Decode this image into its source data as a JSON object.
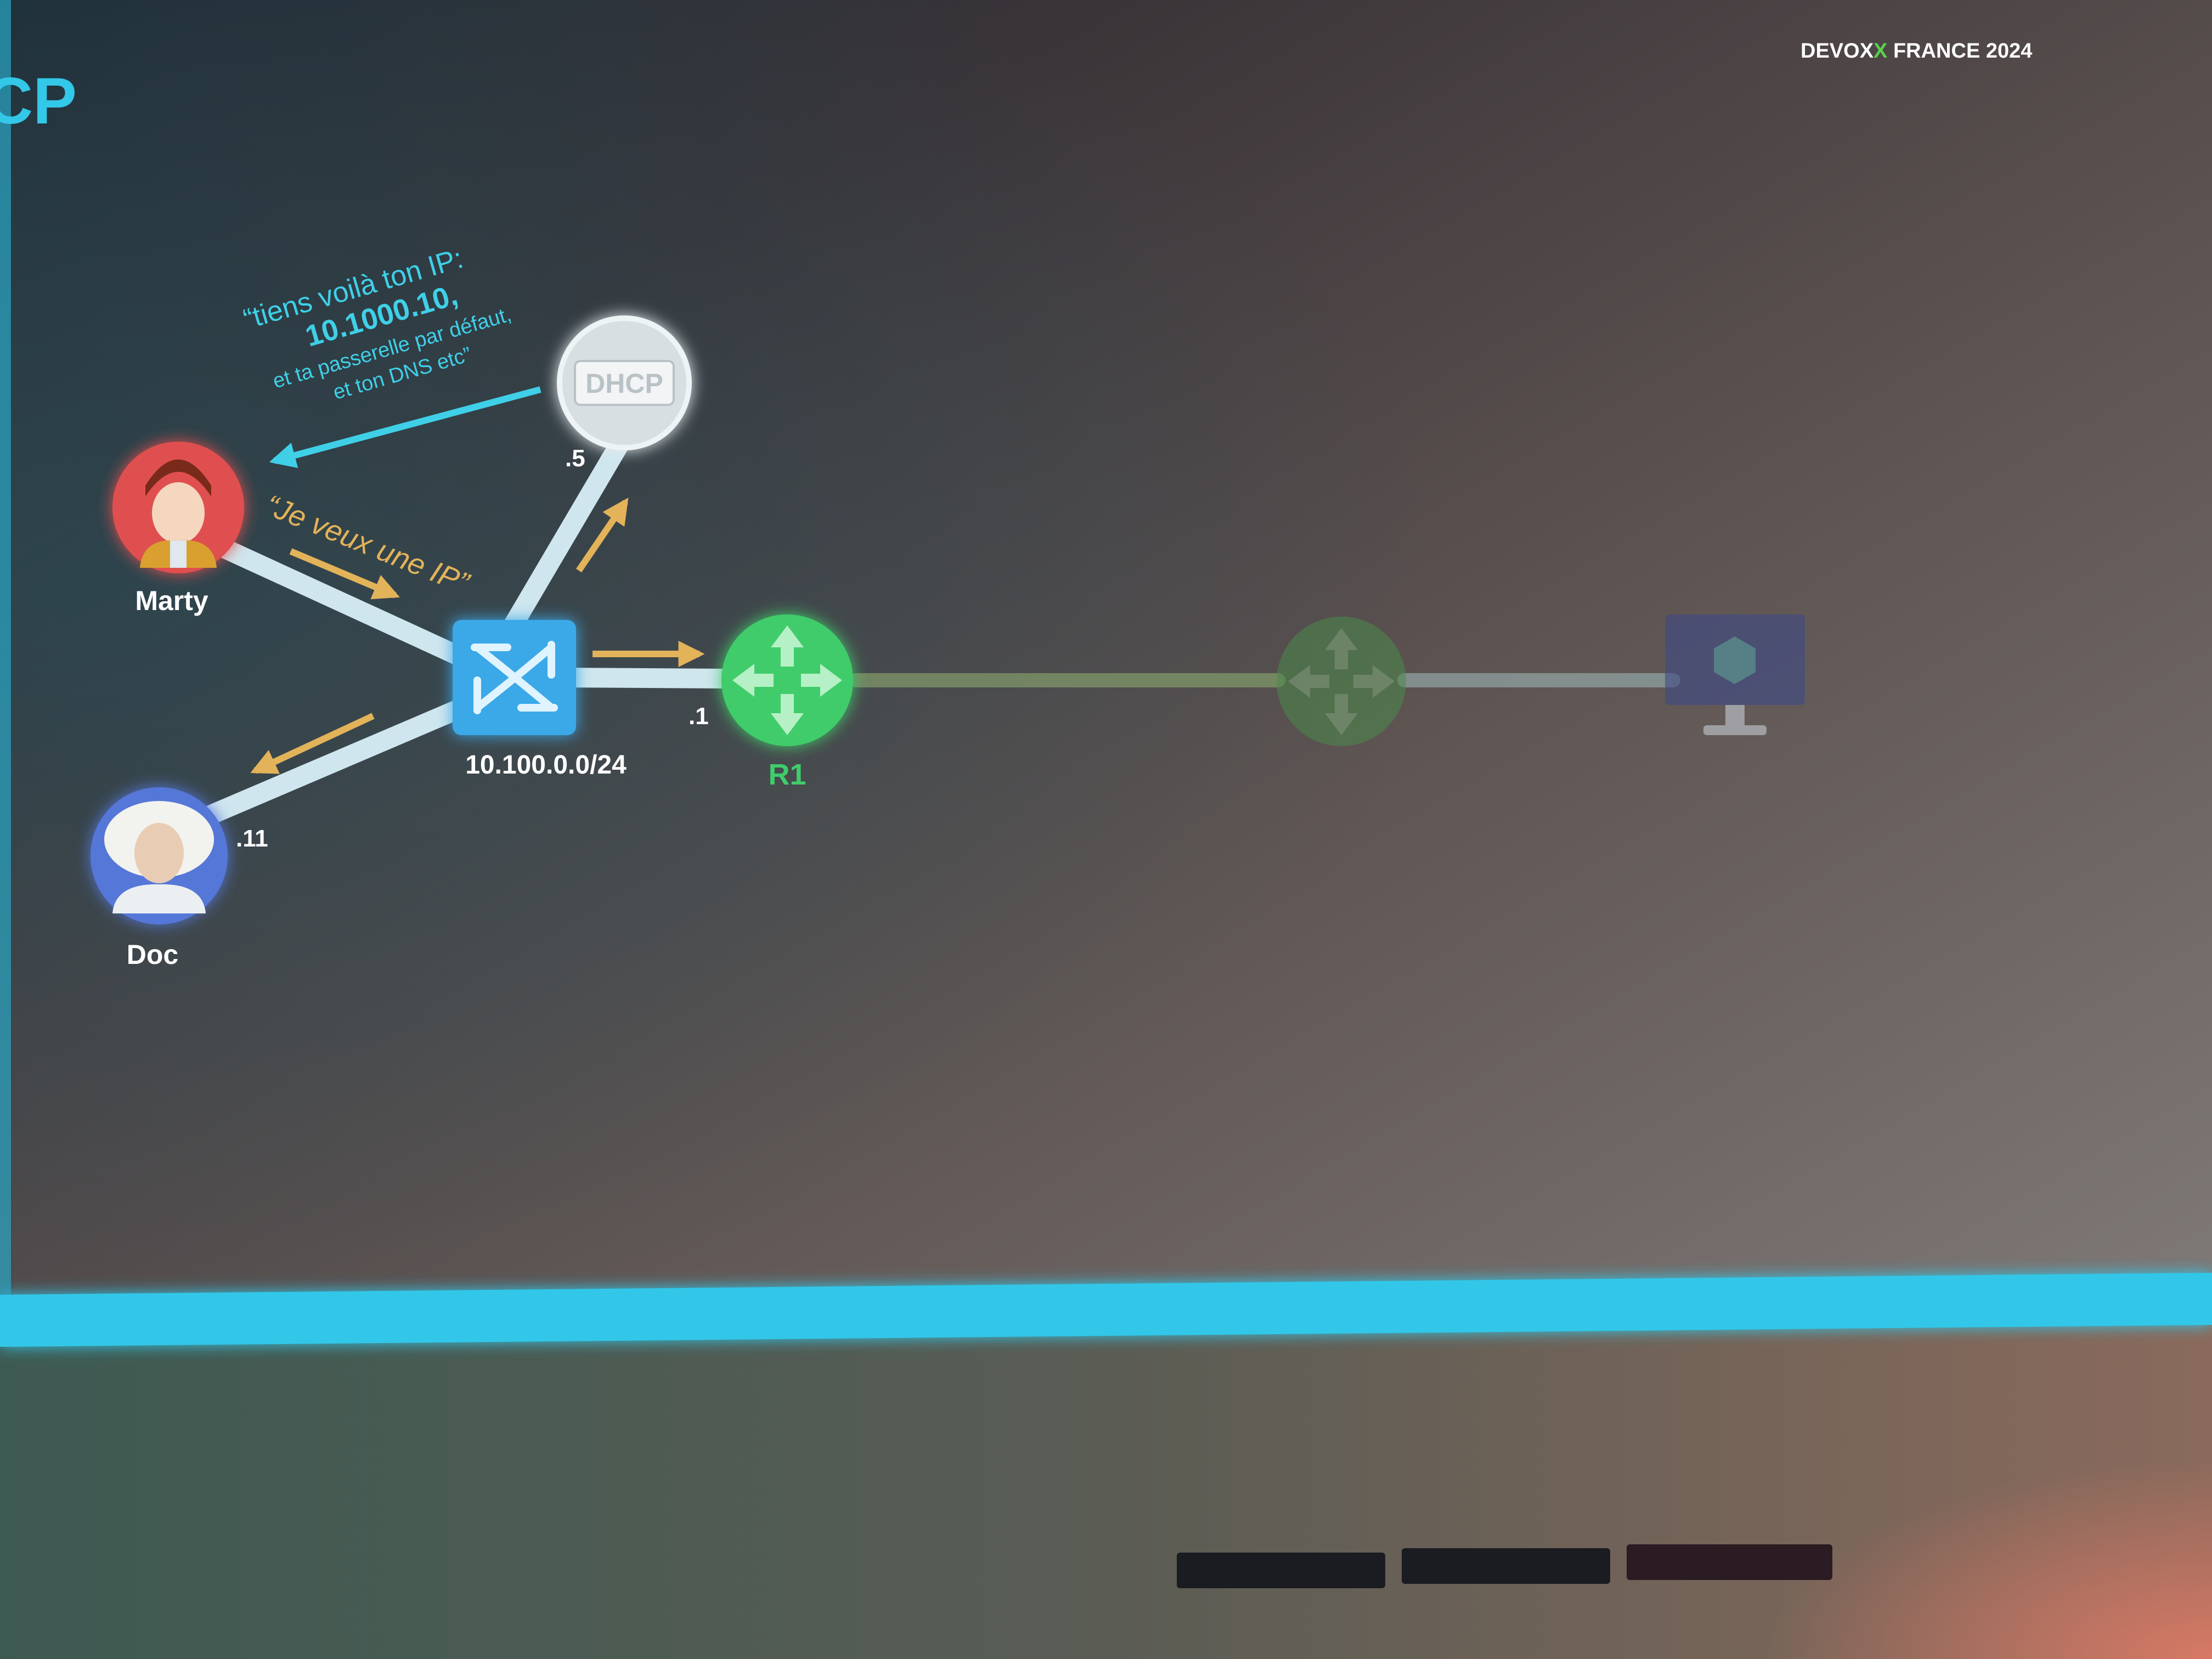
{
  "slide": {
    "title_fragment": "ICP",
    "brand_part1": "DEVOX",
    "brand_part2": "X",
    "brand_part3": " FRANCE 2024",
    "accent_color": "#33c7e8",
    "brand_x_color": "#59d24c"
  },
  "nodes": {
    "marty": {
      "label": "Marty",
      "color": "#e05050"
    },
    "doc": {
      "label": "Doc",
      "ip_suffix": ".11",
      "color": "#5577d8"
    },
    "dhcp": {
      "label": "DHCP",
      "ip_suffix": ".5"
    },
    "switch": {
      "subnet": "10.100.0.0/24",
      "color": "#3aa8e8"
    },
    "r1": {
      "label": "R1",
      "ip_suffix": ".1",
      "color": "#3fcc6a"
    },
    "router2": {
      "state": "dimmed"
    },
    "server": {
      "state": "dimmed",
      "icon": "monitor-hexagon-icon"
    }
  },
  "speech": {
    "request": "“Je veux une IP”",
    "reply_line1": "“tiens voilà ton IP:",
    "reply_line2": "10.1000.10,",
    "reply_line3": "et ta passerelle par défaut,",
    "reply_line4": "et ton DNS etc”",
    "request_color": "#e3b35a",
    "reply_color": "#3fd0e8"
  }
}
